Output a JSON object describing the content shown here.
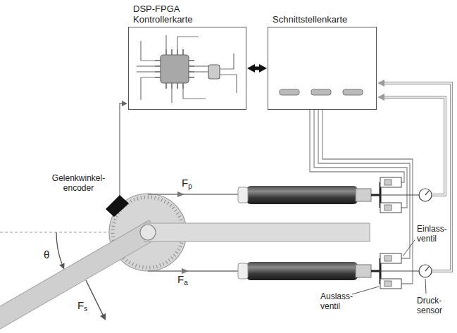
{
  "diagram": {
    "nodes": [
      {
        "text": [
          "DSP-FPGA Kontrollerkarte"
        ]
      },
      {
        "text": [
          "Schnittstellenkarte"
        ]
      }
    ],
    "edges": [
      {
        "from": 0,
        "to": 1,
        "arrow": "both"
      }
    ],
    "labels": [
      "Gelenkwinkel- encoder",
      "Fp",
      "Fa",
      "θ",
      "Fs",
      "Einlass- ventil",
      "Auslass- ventil",
      "Druck- sensor"
    ]
  }
}
